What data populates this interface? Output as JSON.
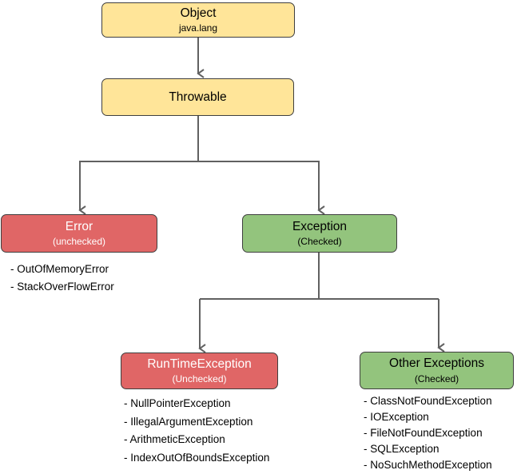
{
  "nodes": {
    "object": {
      "label": "Object",
      "sublabel": "java.lang"
    },
    "throwable": {
      "label": "Throwable"
    },
    "error": {
      "label": "Error",
      "sublabel": "(unchecked)",
      "items": [
        "- OutOfMemoryError",
        "- StackOverFlowError"
      ]
    },
    "exception": {
      "label": "Exception",
      "sublabel": "(Checked)"
    },
    "runtime_exception": {
      "label": "RunTimeException",
      "sublabel": "(Unchecked)",
      "items": [
        "- NullPointerException",
        "- IllegalArgumentException",
        "- ArithmeticException",
        "- IndexOutOfBoundsException"
      ]
    },
    "other_exceptions": {
      "label": "Other Exceptions",
      "sublabel": "(Checked)",
      "items": [
        "- ClassNotFoundException",
        "- IOException",
        "- FileNotFoundException",
        "- SQLException",
        "- NoSuchMethodException"
      ]
    }
  },
  "colors": {
    "yellow": "#FFE599",
    "red": "#E06666",
    "green": "#93C47D",
    "line": "#616161",
    "border_dark": "#3f3f3f"
  }
}
